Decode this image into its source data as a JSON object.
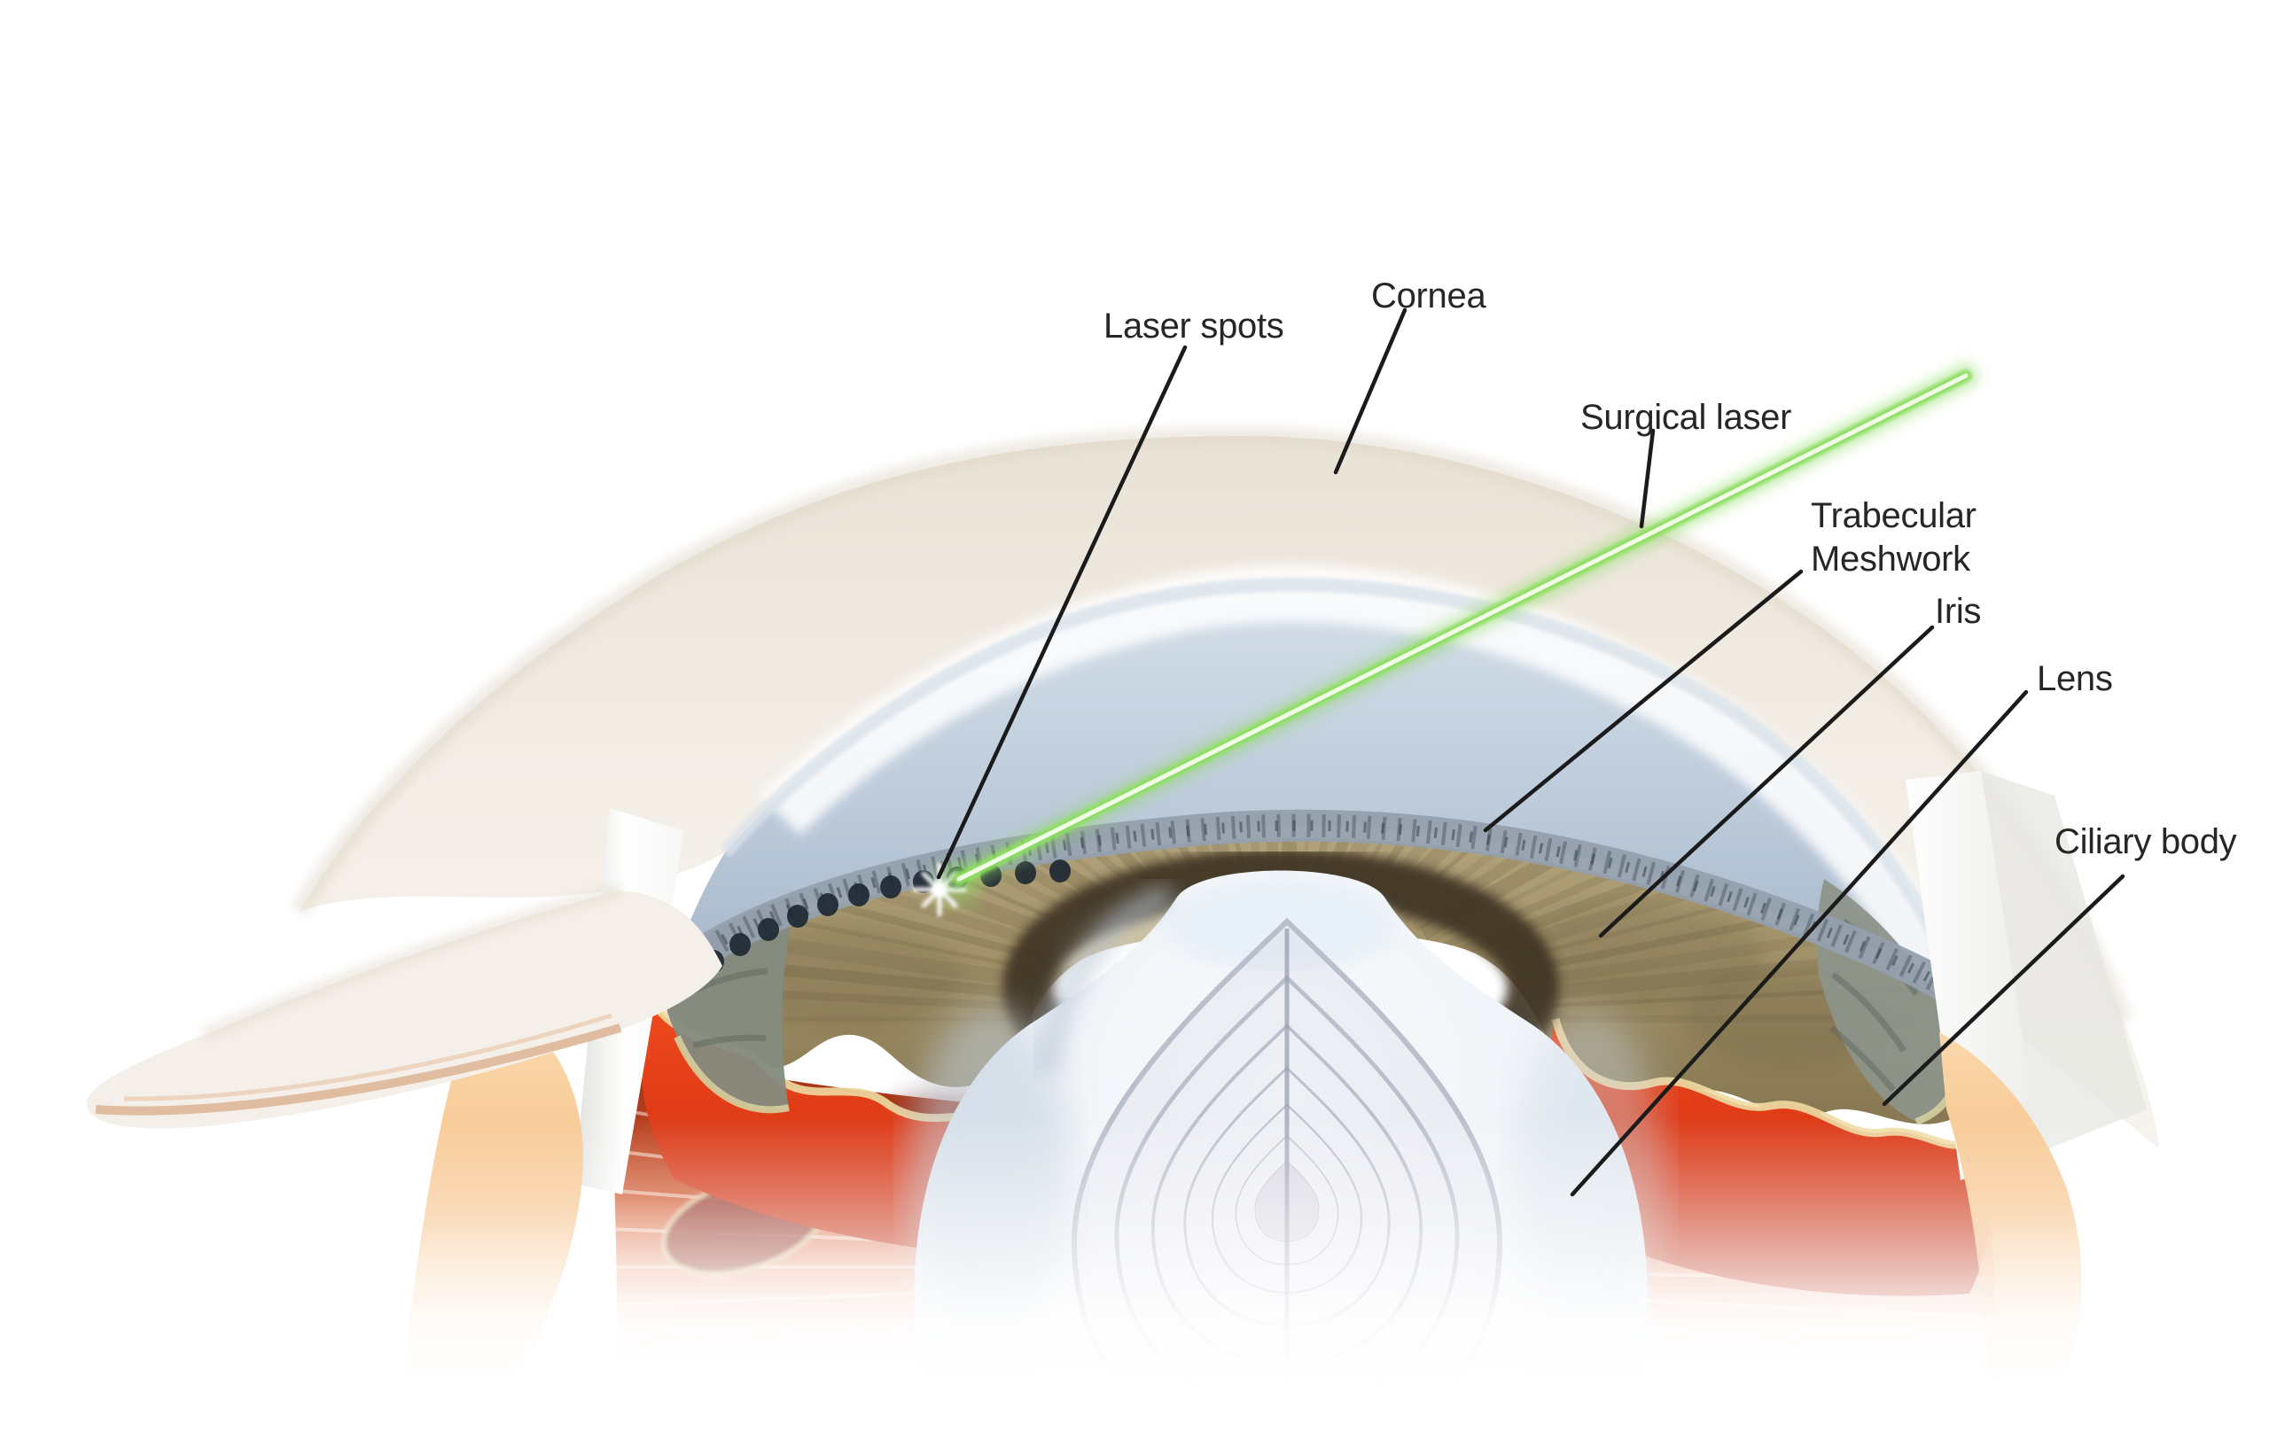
{
  "figure": {
    "kind": "medical-illustration",
    "labels": {
      "laser_spots": "Laser spots",
      "cornea": "Cornea",
      "surgical_laser": "Surgical laser",
      "trabecular_meshwork": "Trabecular\nMeshwork",
      "iris": "Iris",
      "lens": "Lens",
      "ciliary_body": "Ciliary body"
    },
    "colors": {
      "background": "#ffffff",
      "label_text": "#262626",
      "leader_line": "#1b1b1b",
      "laser_beam_glow": "#8ce05f",
      "laser_beam_core": "#f2fce8",
      "laser_spot_dot": "#1f2933",
      "sclera_cornea": "#f1ece3",
      "anterior_chamber": "#b9c8d8",
      "trabecular_band": "#93a0ad",
      "iris_tissue": "#a3946c",
      "ciliary_red": "#e03c18",
      "muscle_orange": "#f7c891",
      "lens_body": "#eef1f6"
    },
    "laser_spot_count": 12
  }
}
